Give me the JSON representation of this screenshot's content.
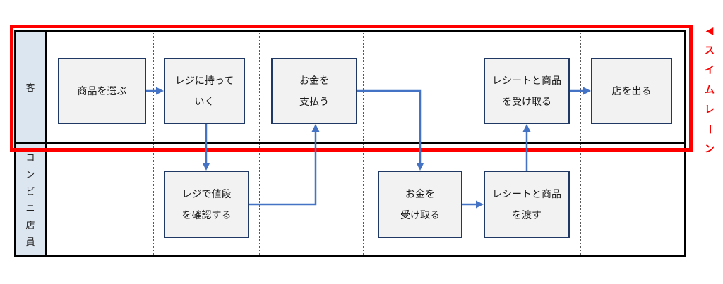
{
  "diagram": {
    "type": "swimlane-flowchart",
    "lanes": [
      {
        "id": "customer",
        "label": "客",
        "chars": [
          "客"
        ]
      },
      {
        "id": "clerk",
        "label": "コンビニ店員",
        "chars": [
          "コ",
          "ン",
          "ビ",
          "ニ",
          "店",
          "員"
        ]
      }
    ],
    "nodes": [
      {
        "id": "select-product",
        "lane": "customer",
        "label": "商品を選ぶ"
      },
      {
        "id": "bring-to-register",
        "lane": "customer",
        "label": "レジに持って\nいく"
      },
      {
        "id": "pay-money",
        "lane": "customer",
        "label": "お金を\n支払う"
      },
      {
        "id": "receive-receipt-product",
        "lane": "customer",
        "label": "レシートと商品\nを受け取る"
      },
      {
        "id": "leave-store",
        "lane": "customer",
        "label": "店を出る"
      },
      {
        "id": "check-price",
        "lane": "clerk",
        "label": "レジで値段\nを確認する"
      },
      {
        "id": "receive-money",
        "lane": "clerk",
        "label": "お金を\n受け取る"
      },
      {
        "id": "hand-receipt-product",
        "lane": "clerk",
        "label": "レシートと商品\nを渡す"
      }
    ],
    "edges": [
      {
        "from": "select-product",
        "to": "bring-to-register"
      },
      {
        "from": "bring-to-register",
        "to": "check-price"
      },
      {
        "from": "check-price",
        "to": "pay-money"
      },
      {
        "from": "pay-money",
        "to": "receive-money"
      },
      {
        "from": "receive-money",
        "to": "hand-receipt-product"
      },
      {
        "from": "hand-receipt-product",
        "to": "receive-receipt-product"
      },
      {
        "from": "receive-receipt-product",
        "to": "leave-store"
      }
    ],
    "annotation": {
      "pointer": "◀",
      "label": "スイムレーン",
      "chars": [
        "ス",
        "イ",
        "ム",
        "レ",
        "ー",
        "ン"
      ]
    },
    "colors": {
      "node_fill": "#F2F2F2",
      "node_border": "#1F3864",
      "arrow": "#4472C4",
      "lane_label_fill": "#DCE6F1",
      "highlight": "#FF0000",
      "frame": "#000000"
    }
  }
}
